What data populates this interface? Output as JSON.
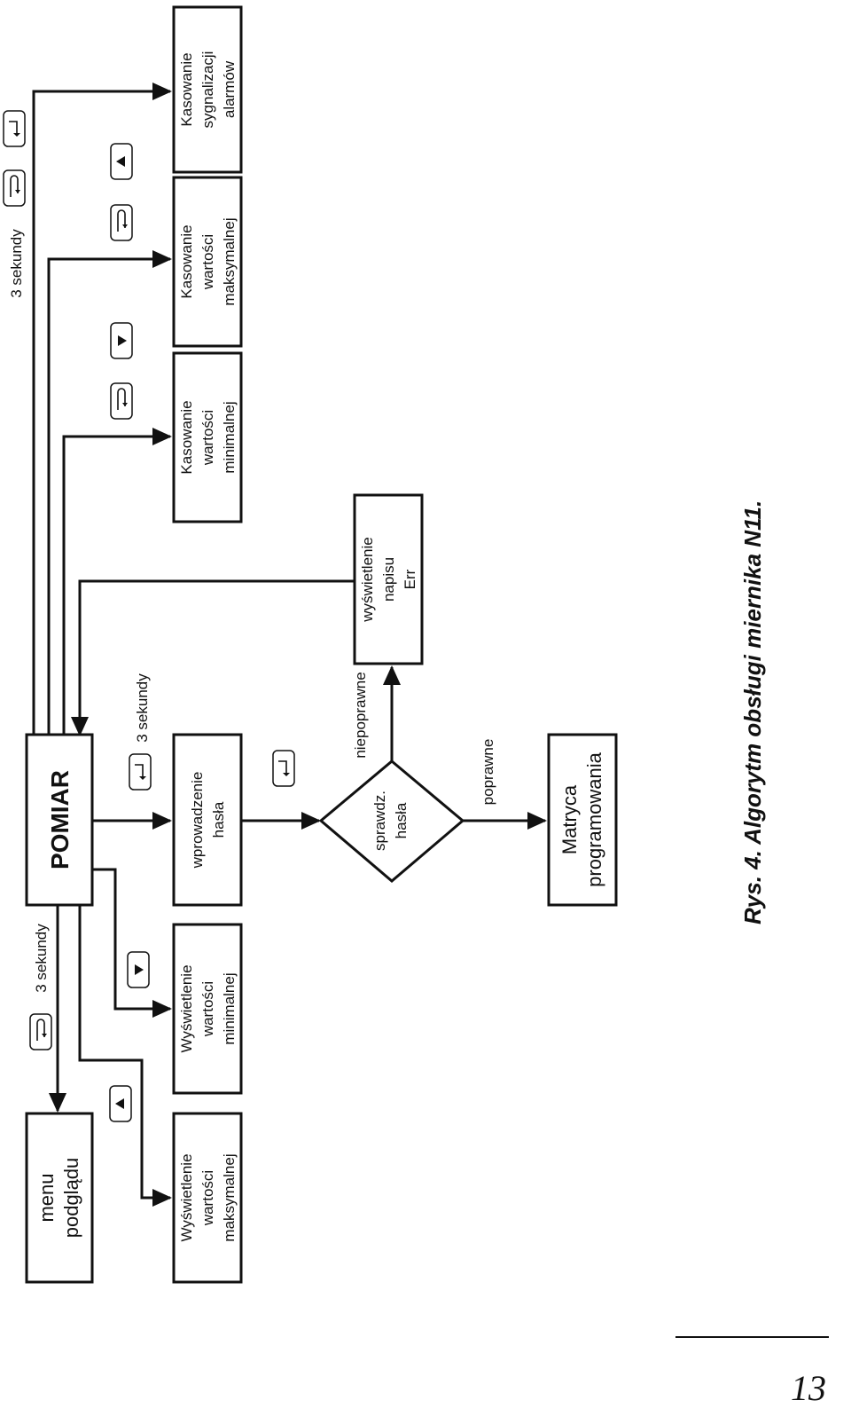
{
  "diagram": {
    "pomiar": "POMIAR",
    "menu_podgladu": [
      "menu",
      "podglądu"
    ],
    "wysw_max": [
      "Wyświetlenie",
      "wartości",
      "maksymalnej"
    ],
    "wysw_min": [
      "Wyświetlenie",
      "wartości",
      "minimalnej"
    ],
    "wprowadzenie": [
      "wprowadzenie",
      "hasła"
    ],
    "sprawdz": [
      "sprawdz.",
      "hasła"
    ],
    "matryca": [
      "Matryca",
      "programowania"
    ],
    "err": [
      "wyświetlenie",
      "napisu",
      "Err"
    ],
    "kas_min": [
      "Kasowanie",
      "wartości",
      "minimalnej"
    ],
    "kas_max": [
      "Kasowanie",
      "wartości",
      "maksymalnej"
    ],
    "kas_alarm": [
      "Kasowanie",
      "sygnalizacji",
      "alarmów"
    ],
    "three_sec": "3 sekundy",
    "niepoprawne": "niepoprawne",
    "poprawne": "poprawne"
  },
  "caption": "Rys. 4. Algorytm obsługi miernika N11.",
  "page_number": "13",
  "icons": {
    "enter": "enter-key-icon",
    "cycle": "cycle-key-icon",
    "up": "up-arrow-key-icon",
    "down": "down-arrow-key-icon"
  }
}
